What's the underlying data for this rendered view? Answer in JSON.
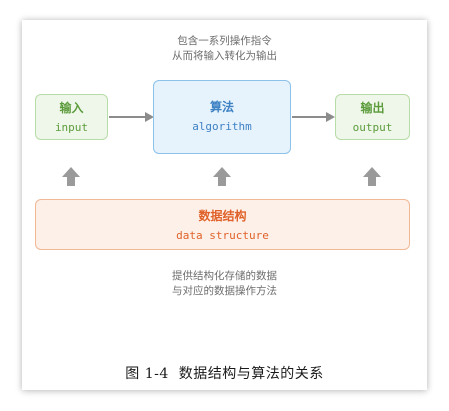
{
  "top_note": [
    "包含一系列操作指令",
    "从而将输入转化为输出"
  ],
  "input_box": {
    "title": "输入",
    "subtitle": "input"
  },
  "algorithm_box": {
    "title": "算法",
    "subtitle": "algorithm"
  },
  "output_box": {
    "title": "输出",
    "subtitle": "output"
  },
  "data_structure_box": {
    "title": "数据结构",
    "subtitle": "data structure"
  },
  "bottom_note": [
    "提供结构化存储的数据",
    "与对应的数据操作方法"
  ],
  "caption": {
    "number": "图 1-4",
    "text": "数据结构与算法的关系"
  },
  "colors": {
    "green_accent": "#5c9b3c",
    "blue_accent": "#3f82c4",
    "orange_accent": "#e0622a",
    "arrow_gray": "#8c8c8c"
  }
}
